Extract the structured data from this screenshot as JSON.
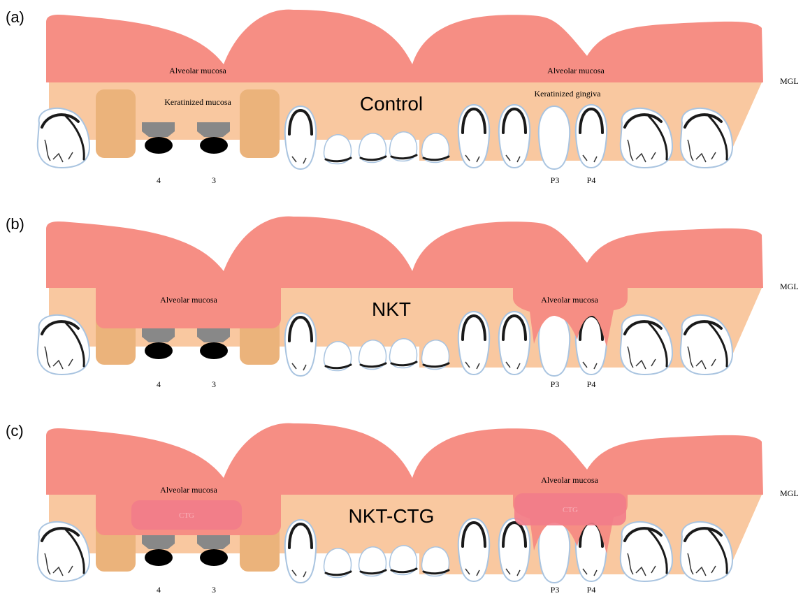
{
  "panels": [
    {
      "tag": "(a)",
      "title": "Control",
      "labels": {
        "alveolar_left": "Alveolar mucosa",
        "alveolar_right": "Alveolar mucosa",
        "keratinized_left": "Keratinized mucosa",
        "keratinized_right": "Keratinized gingiva",
        "mgl": "MGL",
        "implant_4": "4",
        "implant_3": "3",
        "tooth_p3": "P3",
        "tooth_p4": "P4"
      }
    },
    {
      "tag": "(b)",
      "title": "NKT",
      "labels": {
        "alveolar_left": "Alveolar mucosa",
        "alveolar_right": "Alveolar mucosa",
        "mgl": "MGL",
        "implant_4": "4",
        "implant_3": "3",
        "tooth_p3": "P3",
        "tooth_p4": "P4"
      }
    },
    {
      "tag": "(c)",
      "title": "NKT-CTG",
      "labels": {
        "alveolar_left": "Alveolar mucosa",
        "alveolar_right": "Alveolar mucosa",
        "ctg_left": "CTG",
        "ctg_right": "CTG",
        "mgl": "MGL",
        "implant_4": "4",
        "implant_3": "3",
        "tooth_p3": "P3",
        "tooth_p4": "P4"
      }
    }
  ],
  "colors": {
    "alveolar_mucosa": "#f68e84",
    "keratinized_tissue": "#f9c8a0",
    "abutment_block": "#ebb37b",
    "ctg": "#f27c8a",
    "implant_cap": "#888888",
    "implant_base": "#000000"
  }
}
